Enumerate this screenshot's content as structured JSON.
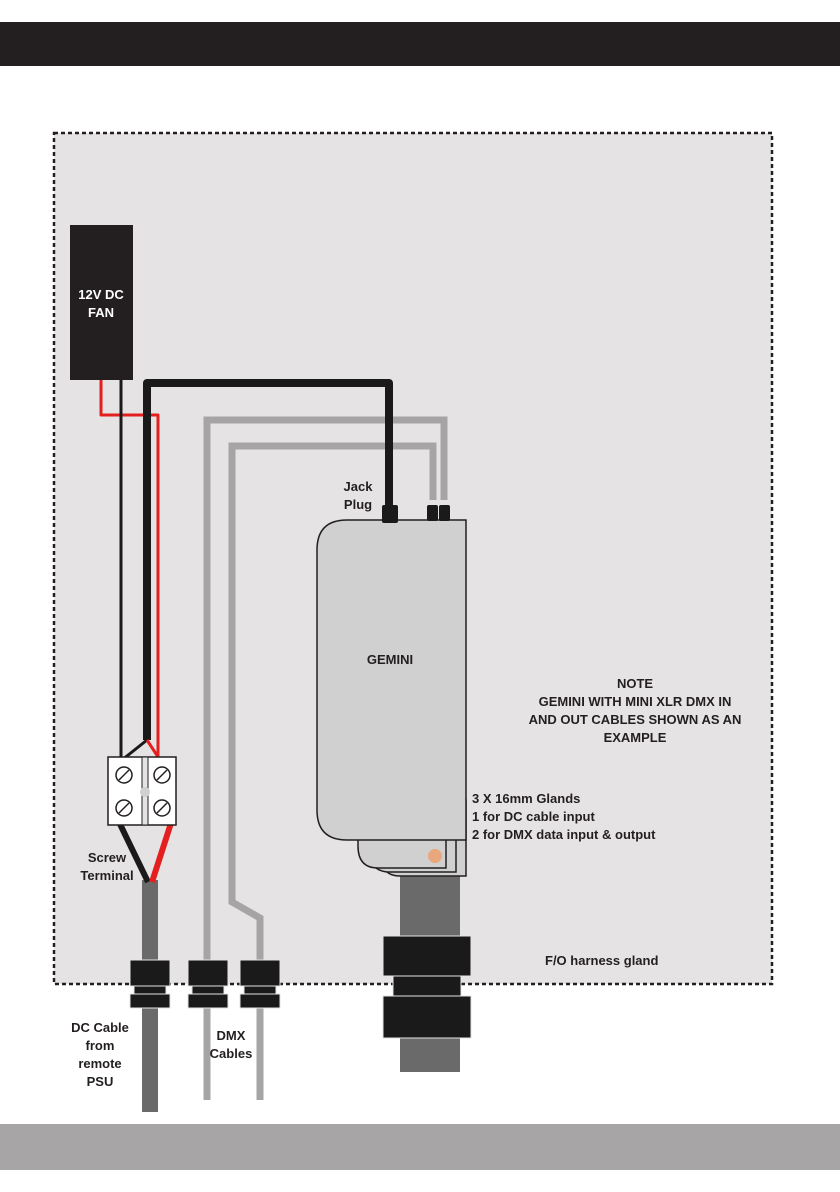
{
  "fan": {
    "line1": "12V DC",
    "line2": "FAN"
  },
  "device": {
    "name": "GEMINI"
  },
  "labels": {
    "jack_plug": [
      "Jack",
      "Plug"
    ],
    "screw_terminal": [
      "Screw",
      "Terminal"
    ],
    "dc_cable": [
      "DC Cable",
      "from",
      "remote",
      "PSU"
    ],
    "dmx_cables": [
      "DMX",
      "Cables"
    ],
    "fo_gland": "F/O harness gland",
    "glands": [
      "3 X 16mm Glands",
      "1 for DC cable input",
      "2 for DMX data input & output"
    ],
    "note": [
      "NOTE",
      "GEMINI WITH MINI XLR DMX IN",
      "AND OUT CABLES SHOWN AS AN",
      "EXAMPLE"
    ]
  },
  "colors": {
    "header": "#231f20",
    "footer": "#a7a5a6",
    "enclosure": "#e6e3e4",
    "black_wire": "#1a1a1a",
    "red_wire": "#e3201f",
    "grey_wire": "#a6a4a5",
    "gemini_body": "#d1d0d0",
    "fo_cable": "#6b6a6a",
    "gland_dot": "#e8a77c"
  }
}
